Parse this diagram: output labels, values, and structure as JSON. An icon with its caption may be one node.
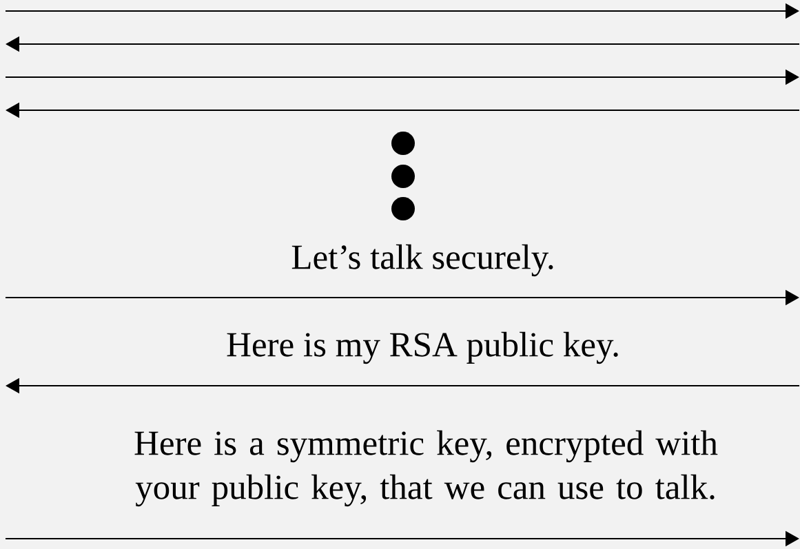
{
  "diagram": {
    "labels": [
      "Let’s talk securely.",
      "Here is my RSA public key.",
      "Here is a symmetric key, encrypted with your public key, that we can use to talk."
    ]
  }
}
